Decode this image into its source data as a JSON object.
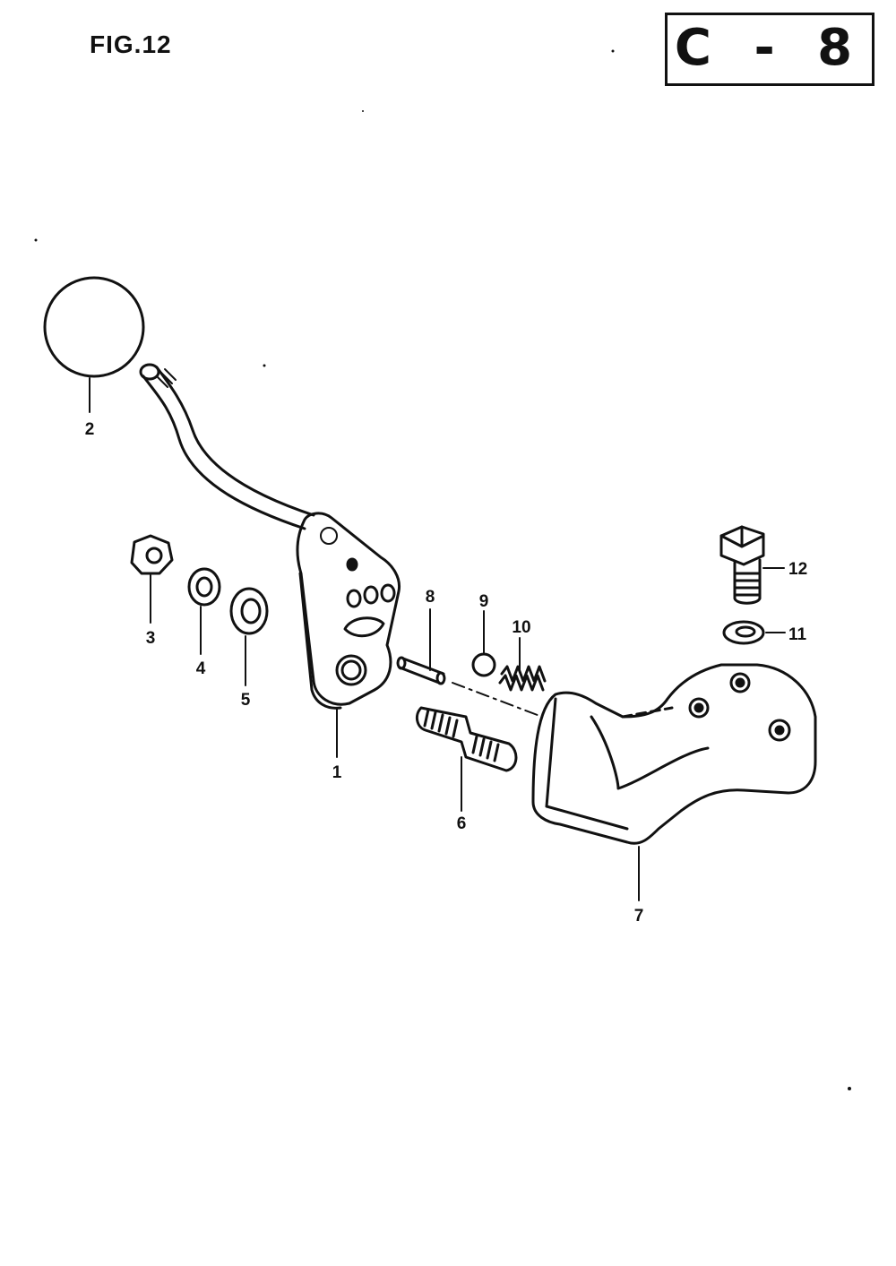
{
  "header": {
    "figure_label": "FIG.12",
    "section_code": "C - 8"
  },
  "parts": [
    {
      "id": "2",
      "label": "2"
    },
    {
      "id": "3",
      "label": "3"
    },
    {
      "id": "4",
      "label": "4"
    },
    {
      "id": "5",
      "label": "5"
    },
    {
      "id": "1",
      "label": "1"
    },
    {
      "id": "8",
      "label": "8"
    },
    {
      "id": "9",
      "label": "9"
    },
    {
      "id": "10",
      "label": "10"
    },
    {
      "id": "6",
      "label": "6"
    },
    {
      "id": "7",
      "label": "7"
    },
    {
      "id": "12",
      "label": "12"
    },
    {
      "id": "11",
      "label": "11"
    }
  ],
  "colors": {
    "ink": "#111111",
    "paper": "#ffffff"
  }
}
